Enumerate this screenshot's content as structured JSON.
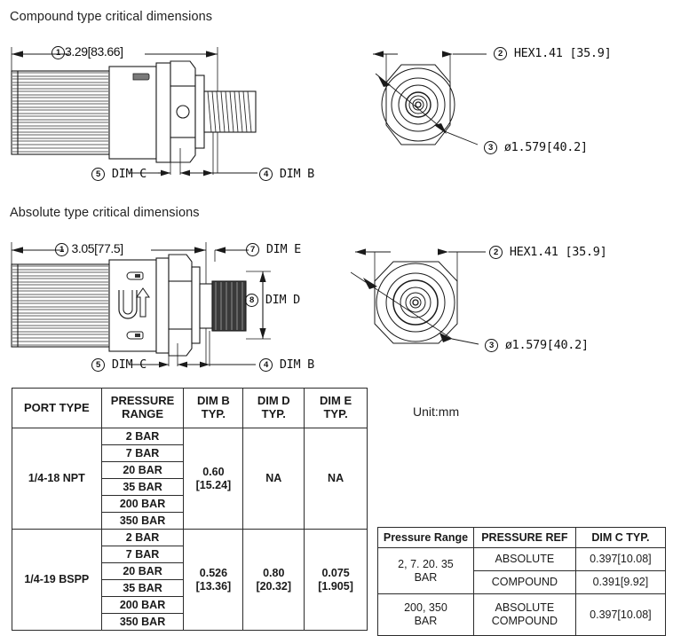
{
  "sections": {
    "compound": {
      "heading": "Compound type critical dimensions",
      "callouts": {
        "length": {
          "num": "1",
          "text": "3.29[83.66]"
        },
        "hex": {
          "num": "2",
          "text": "HEX1.41 [35.9]"
        },
        "dia": {
          "num": "3",
          "text": "ø1.579[40.2]"
        },
        "dim_b": {
          "num": "4",
          "text": "DIM B"
        },
        "dim_c": {
          "num": "5",
          "text": "DIM C"
        }
      }
    },
    "absolute": {
      "heading": "Absolute type critical dimensions",
      "callouts": {
        "length": {
          "num": "1",
          "text": "3.05[77.5]"
        },
        "hex": {
          "num": "2",
          "text": "HEX1.41 [35.9]"
        },
        "dia": {
          "num": "3",
          "text": "ø1.579[40.2]"
        },
        "dim_b": {
          "num": "4",
          "text": "DIM B"
        },
        "dim_c": {
          "num": "5",
          "text": "DIM C"
        },
        "dim_e": {
          "num": "7",
          "text": "DIM E"
        },
        "dim_d": {
          "num": "8",
          "text": "DIM D"
        }
      }
    }
  },
  "unit_note": "Unit:mm",
  "table_dimensions": {
    "headers": [
      "PORT TYPE",
      "PRESSURE RANGE",
      "DIM B TYP.",
      "DIM D TYP.",
      "DIM E TYP."
    ],
    "headers_split": {
      "port_type": "PORT TYPE",
      "pressure_range_l1": "PRESSURE",
      "pressure_range_l2": "RANGE",
      "dim_b_l1": "DIM B",
      "dim_b_l2": "TYP.",
      "dim_d_l1": "DIM D",
      "dim_d_l2": "TYP.",
      "dim_e_l1": "DIM E",
      "dim_e_l2": "TYP."
    },
    "groups": [
      {
        "port_type": "1/4-18 NPT",
        "pressure_ranges": [
          "2 BAR",
          "7 BAR",
          "20 BAR",
          "35 BAR",
          "200 BAR",
          "350 BAR"
        ],
        "dim_b_l1": "0.60",
        "dim_b_l2": "[15.24]",
        "dim_d_l1": "NA",
        "dim_d_l2": "",
        "dim_e_l1": "NA",
        "dim_e_l2": ""
      },
      {
        "port_type": "1/4-19 BSPP",
        "pressure_ranges": [
          "2 BAR",
          "7 BAR",
          "20 BAR",
          "35 BAR",
          "200 BAR",
          "350 BAR"
        ],
        "dim_b_l1": "0.526",
        "dim_b_l2": "[13.36]",
        "dim_d_l1": "0.80",
        "dim_d_l2": "[20.32]",
        "dim_e_l1": "0.075",
        "dim_e_l2": "[1.905]"
      }
    ]
  },
  "table_dimc": {
    "headers": [
      "Pressure Range",
      "PRESSURE REF",
      "DIM C TYP."
    ],
    "rows": [
      {
        "range_l1": "2, 7. 20. 35",
        "range_l2": "BAR",
        "ref": "ABSOLUTE",
        "dimc": "0.397[10.08]"
      },
      {
        "range_l1": "",
        "range_l2": "",
        "ref": "COMPOUND",
        "dimc": "0.391[9.92]"
      },
      {
        "range_l1": "200, 350",
        "range_l2": "BAR",
        "ref_l1": "ABSOLUTE",
        "ref_l2": "COMPOUND",
        "dimc": "0.397[10.08]"
      }
    ]
  },
  "colors": {
    "line": "#1a1a1a",
    "fill_light": "#f2f2f2",
    "background": "#ffffff"
  }
}
